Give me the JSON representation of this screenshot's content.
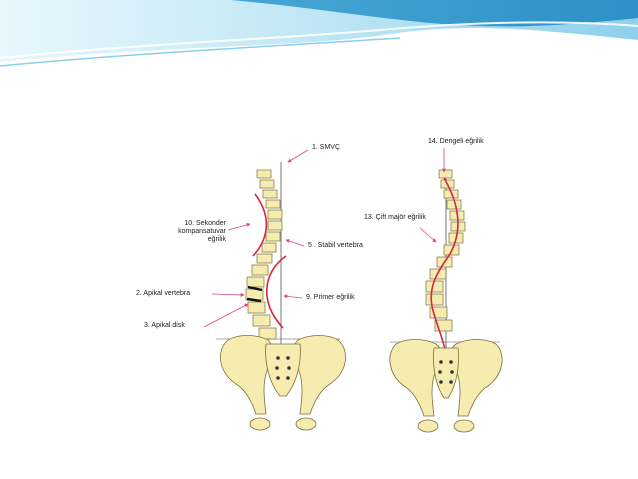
{
  "slide": {
    "banner_colors": {
      "light": "#cfeef8",
      "mid": "#6ec3e6",
      "dark": "#1f8fc6"
    }
  },
  "figure": {
    "bone_fill": "#f6ecb0",
    "bone_stroke": "#7a6f3c",
    "curve_color": "#d9263a",
    "arrow_color": "#e0437f",
    "labels": {
      "smvc": "1. SMVÇ",
      "sekonder_line1": "10. Sekonder",
      "sekonder_line2": "kompansatuvar",
      "sekonder_line3": "eğrilik",
      "stabil": "5 . Stabil vertebra",
      "apikal_vertebra": "2. Apikal vertebra",
      "primer": "9. Primer eğrilik",
      "apikal_disk": "3. Apikal disk",
      "dengeli": "14. Dengeli eğrilik",
      "cift_major": "13. Çift majör eğrilik"
    }
  }
}
